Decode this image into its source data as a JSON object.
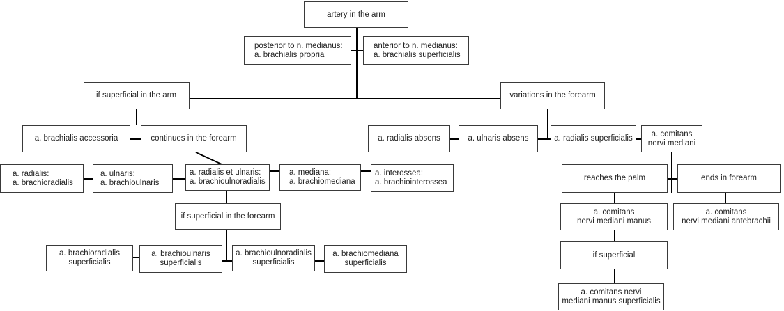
{
  "diagram": {
    "root": "artery in the arm",
    "posterior": [
      "posterior to n. medianus:",
      "a. brachialis propria"
    ],
    "anterior": [
      "anterior to n. medianus:",
      "a. brachialis superficialis"
    ],
    "superficial_arm": "if superficial in the arm",
    "variations_forearm": "variations in the forearm",
    "brachialis_accessoria": "a. brachialis accessoria",
    "continues_forearm": "continues in the forearm",
    "radialis": [
      "a. radialis:",
      "a. brachioradialis"
    ],
    "ulnaris": [
      "a. ulnaris:",
      "a. brachioulnaris"
    ],
    "radialis_et_ulnaris": [
      "a. radialis et ulnaris:",
      "a. brachioulnoradialis"
    ],
    "mediana": [
      "a. mediana:",
      "a. brachiomediana"
    ],
    "interossea": [
      "a. interossea:",
      "a. brachiointerossea"
    ],
    "superficial_forearm": "if superficial in the forearm",
    "brachioradialis_sup": [
      "a. brachioradialis",
      "superficialis"
    ],
    "brachioulnaris_sup": [
      "a. brachioulnaris",
      "superficialis"
    ],
    "brachioulnoradialis_sup": [
      "a. brachioulnoradialis",
      "superficialis"
    ],
    "brachiomediana_sup": [
      "a. brachiomediana",
      "superficialis"
    ],
    "radialis_absens": "a. radialis absens",
    "ulnaris_absens": "a. ulnaris absens",
    "radialis_superficialis": "a. radialis superficialis",
    "comitans": [
      "a. comitans",
      "nervi mediani"
    ],
    "reaches_palm": "reaches the palm",
    "ends_forearm": "ends in forearm",
    "comitans_manus": [
      "a. comitans",
      "nervi mediani manus"
    ],
    "comitans_antebrachii": [
      "a. comitans",
      "nervi mediani antebrachii"
    ],
    "if_superficial": "if superficial",
    "comitans_manus_sup": [
      "a. comitans nervi",
      "mediani manus superficialis"
    ]
  }
}
